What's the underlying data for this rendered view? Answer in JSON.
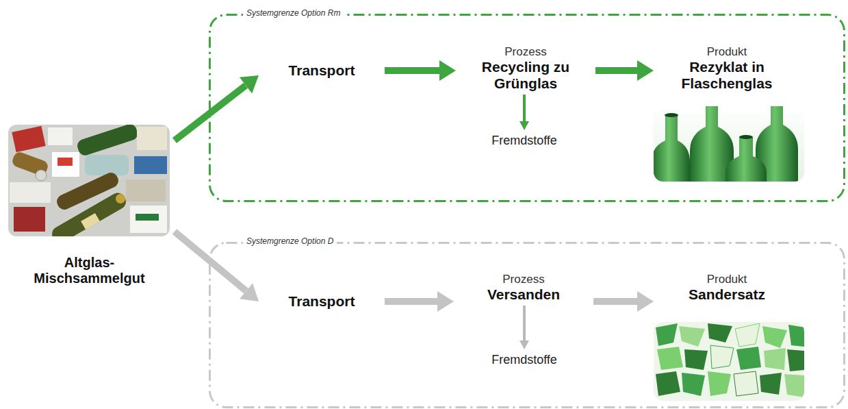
{
  "diagram": {
    "nodes": [
      {
        "text": [
          "Altglas- Mischsammelgut"
        ]
      },
      {
        "text": [
          "Systemgrenze Option Rm"
        ]
      },
      {
        "text": [
          "Transport"
        ],
        "in": 1
      },
      {
        "text": [
          "Prozess",
          "Recycling zu Grünglas"
        ],
        "in": 1
      },
      {
        "text": [
          "Fremdstoffe"
        ],
        "in": 1
      },
      {
        "text": [
          "Produkt",
          "Rezyklat in Flaschenglas"
        ],
        "in": 1
      },
      {
        "text": [
          "Systemgrenze Option D"
        ]
      },
      {
        "text": [
          "Transport"
        ],
        "in": 6
      },
      {
        "text": [
          "Prozess",
          "Versanden"
        ],
        "in": 6
      },
      {
        "text": [
          "Fremdstoffe"
        ],
        "in": 6
      },
      {
        "text": [
          "Produkt",
          "Sandersatz"
        ],
        "in": 6
      }
    ],
    "edges": [
      {
        "from": 0,
        "to": 2,
        "arrow": "to"
      },
      {
        "from": 2,
        "to": 3,
        "arrow": "to"
      },
      {
        "from": 3,
        "to": 4,
        "arrow": "to"
      },
      {
        "from": 3,
        "to": 5,
        "arrow": "to"
      },
      {
        "from": 0,
        "to": 7,
        "arrow": "to"
      },
      {
        "from": 7,
        "to": 8,
        "arrow": "to"
      },
      {
        "from": 8,
        "to": 9,
        "arrow": "to"
      },
      {
        "from": 8,
        "to": 10,
        "arrow": "to"
      }
    ]
  }
}
